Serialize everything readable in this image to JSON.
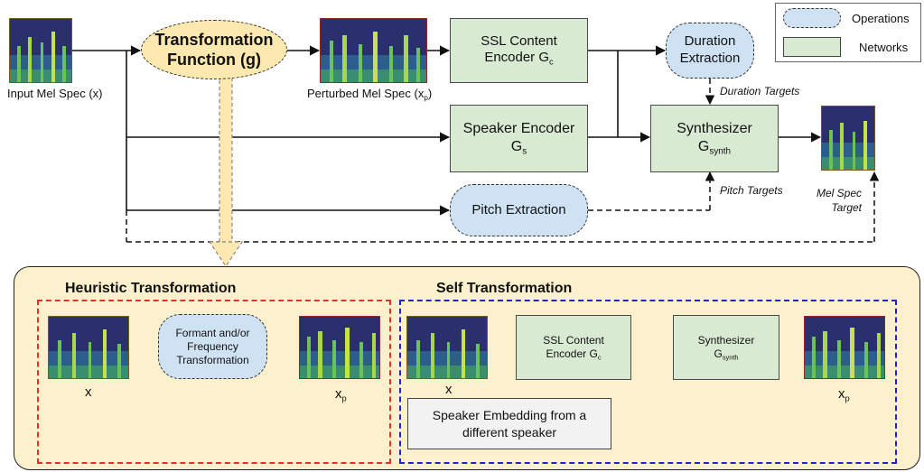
{
  "legend": {
    "operations": "Operations",
    "networks": "Networks",
    "colors": {
      "operations": "#cfe2f3",
      "networks": "#d9ead3"
    }
  },
  "top": {
    "input_label": "Input Mel Spec (x)",
    "transform": {
      "line1": "Transformation",
      "line2": "Function (g)"
    },
    "perturbed_label": "Perturbed Mel Spec (x",
    "perturbed_sub": "p",
    "perturbed_close": ")",
    "ssl_encoder": {
      "line1": "SSL Content",
      "line2": "Encoder G",
      "sub": "c"
    },
    "speaker_encoder": {
      "line1": "Speaker Encoder",
      "line2": "G",
      "sub": "s"
    },
    "duration": {
      "line1": "Duration",
      "line2": "Extraction"
    },
    "duration_targets": "Duration Targets",
    "synthesizer": {
      "line1": "Synthesizer",
      "line2": "G",
      "sub": "synth"
    },
    "pitch": "Pitch Extraction",
    "pitch_targets": "Pitch Targets",
    "mel_target": {
      "line1": "Mel Spec",
      "line2": "Target"
    }
  },
  "bottom": {
    "heuristic": {
      "title": "Heuristic Transformation",
      "op": {
        "line1": "Formant and/or",
        "line2": "Frequency",
        "line3": "Transformation"
      },
      "x_label": "x",
      "xp_label": "x",
      "xp_sub": "p"
    },
    "self": {
      "title": "Self Transformation",
      "ssl": {
        "line1": "SSL Content",
        "line2": "Encoder G",
        "sub": "c"
      },
      "synth": {
        "line1": "Synthesizer",
        "line2": "G",
        "sub": "synth"
      },
      "speaker_embed": {
        "line1": "Speaker Embedding from a",
        "line2": "different speaker"
      },
      "x_label": "x",
      "xp_label": "x",
      "xp_sub": "p"
    }
  },
  "colors": {
    "panel_bg": "#fdf0cc",
    "transform_fill": "#fde9b0",
    "heuristic_border": "#e03131",
    "self_border": "#2222cc"
  }
}
